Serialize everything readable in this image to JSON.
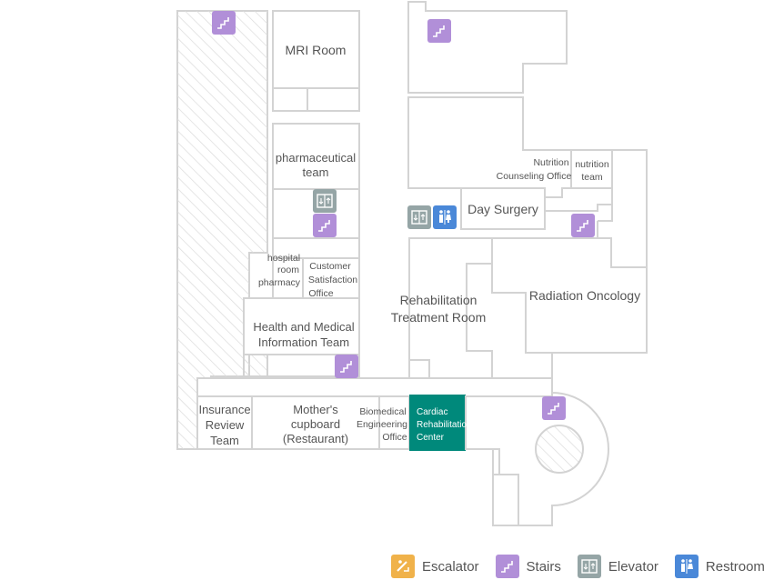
{
  "rooms": {
    "mri": "MRI Room",
    "pharma_1": "pharmaceutical",
    "pharma_2": "team",
    "hosp_pharm_1": "hospital",
    "hosp_pharm_2": "room",
    "hosp_pharm_3": "pharmacy",
    "customer_1": "Customer",
    "customer_2": "Satisfaction",
    "customer_3": "Office",
    "health_1": "Health and Medical",
    "health_2": "Information Team",
    "insurance_1": "Insurance",
    "insurance_2": "Review",
    "insurance_3": "Team",
    "mother_1": "Mother's",
    "mother_2": "cupboard",
    "mother_3": "(Restaurant)",
    "biomed_1": "Biomedical",
    "biomed_2": "Engineering",
    "biomed_3": "Office",
    "cardiac_1": "Cardiac",
    "cardiac_2": "Rehabilitation",
    "cardiac_3": "Center",
    "day_surgery": "Day Surgery",
    "nutrition_counsel_1": "Nutrition",
    "nutrition_counsel_2": "Counseling Office",
    "nutrition_team_1": "nutrition",
    "nutrition_team_2": "team",
    "rehab_1": "Rehabilitation",
    "rehab_2": "Treatment Room",
    "radiation": "Radiation Oncology"
  },
  "legend": {
    "escalator": "Escalator",
    "stairs": "Stairs",
    "elevator": "Elevator",
    "restroom": "Restroom"
  },
  "colors": {
    "stairs": "#b18fd8",
    "elevator": "#95a5a6",
    "restroom": "#4a88d8",
    "escalator": "#f0b24a",
    "highlight": "#00897b"
  }
}
